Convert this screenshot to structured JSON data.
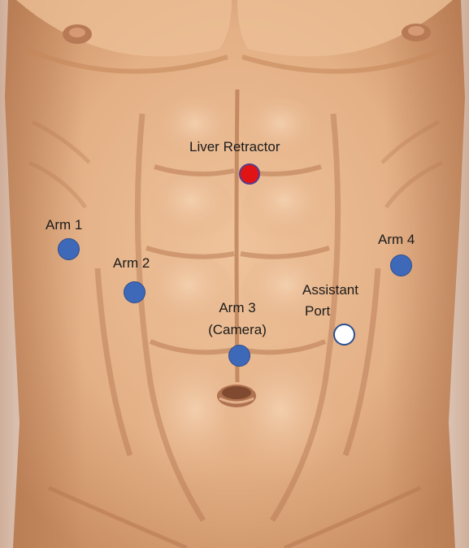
{
  "labels": {
    "liver_retractor": "Liver Retractor",
    "arm1": "Arm 1",
    "arm2": "Arm 2",
    "arm3_line1": "Arm 3",
    "arm3_line2": "(Camera)",
    "arm4": "Arm 4",
    "assistant_line1": "Assistant",
    "assistant_line2": "Port"
  },
  "colors": {
    "skin_light": "#f1c9a3",
    "skin_mid": "#e2ad82",
    "skin_shadow": "#c8895e",
    "skin_deep": "#a86a45",
    "arm_port": "#3e68b8",
    "liver_retractor_port": "#e01414",
    "assistant_port": "#ffffff",
    "port_outline": "#2f4f8f"
  }
}
